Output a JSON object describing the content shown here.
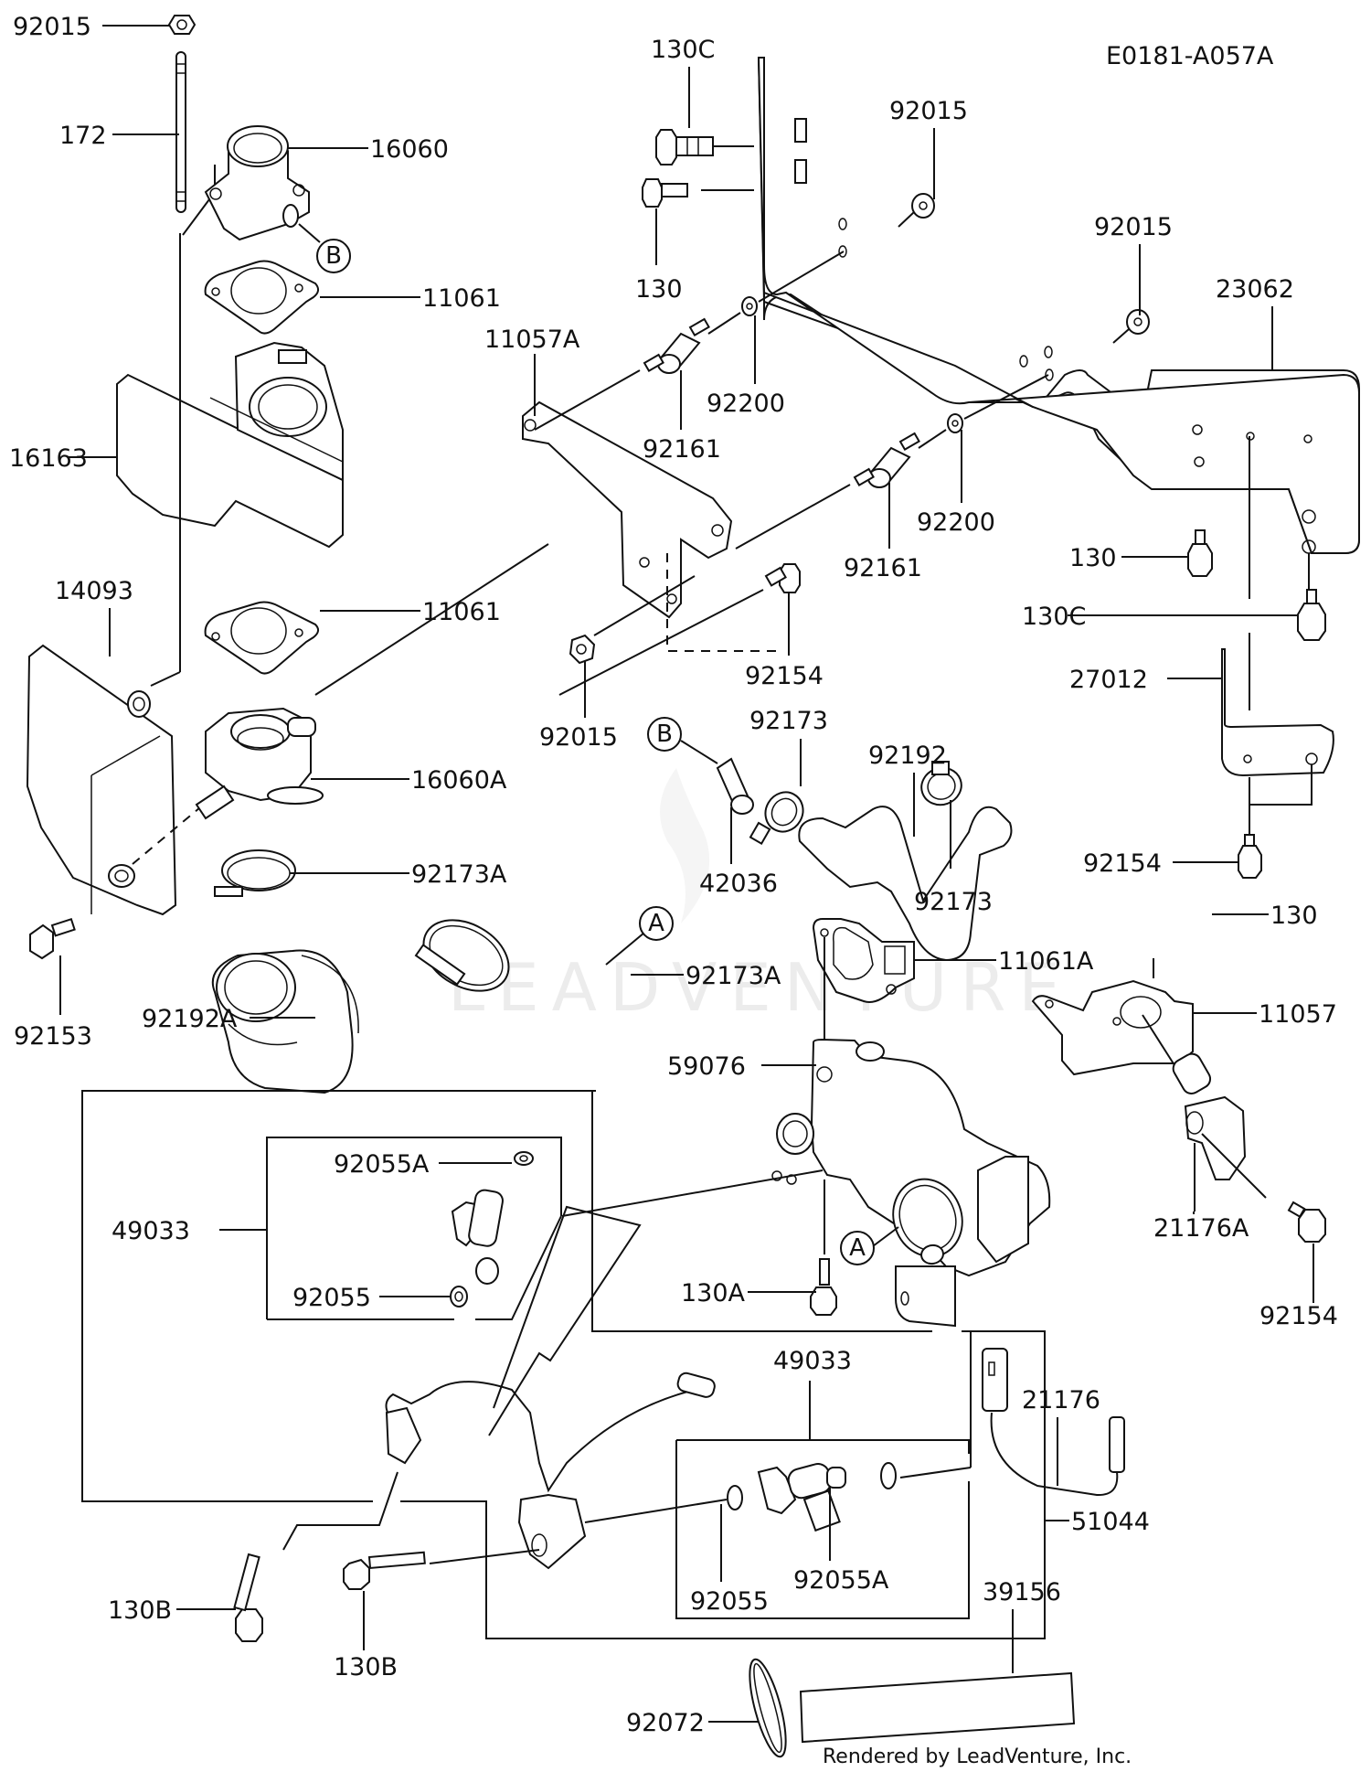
{
  "diagram": {
    "code": "E0181-A057A",
    "watermark": "LEADVENTURE",
    "footer": "Rendered by LeadVenture, Inc.",
    "reference_markers": {
      "a": "A",
      "b": "B"
    },
    "labels": {
      "p92015_top": "92015",
      "p172": "172",
      "p16060": "16060",
      "p11061_top": "11061",
      "p16163": "16163",
      "p11057A": "11057A",
      "p130C_top": "130C",
      "p130_top": "130",
      "p92015_mid": "92015",
      "p92015_right": "92015",
      "p23062": "23062",
      "p92200_a": "92200",
      "p92161_a": "92161",
      "p92200_b": "92200",
      "p92161_b": "92161",
      "p130_right": "130",
      "p130C_right": "130C",
      "p14093": "14093",
      "p11061_mid": "11061",
      "p92154_mid": "92154",
      "p27012": "27012",
      "p92015_low": "92015",
      "p92173_a": "92173",
      "p92192": "92192",
      "p16060A": "16060A",
      "p42036": "42036",
      "p92154_right": "92154",
      "p92173_b": "92173",
      "p92173A_a": "92173A",
      "p130_lower": "130",
      "p92153": "92153",
      "p92173A_b": "92173A",
      "p11061A": "11061A",
      "p92192A": "92192A",
      "p11057": "11057",
      "p59076": "59076",
      "p92055A_a": "92055A",
      "p49033_a": "49033",
      "p21176A": "21176A",
      "p92055_a": "92055",
      "p130A": "130A",
      "p92154_low": "92154",
      "p49033_b": "49033",
      "p21176": "21176",
      "p51044": "51044",
      "p130B_a": "130B",
      "p92055_b": "92055",
      "p92055A_b": "92055A",
      "p130B_b": "130B",
      "p39156": "39156",
      "p92072": "92072"
    }
  }
}
